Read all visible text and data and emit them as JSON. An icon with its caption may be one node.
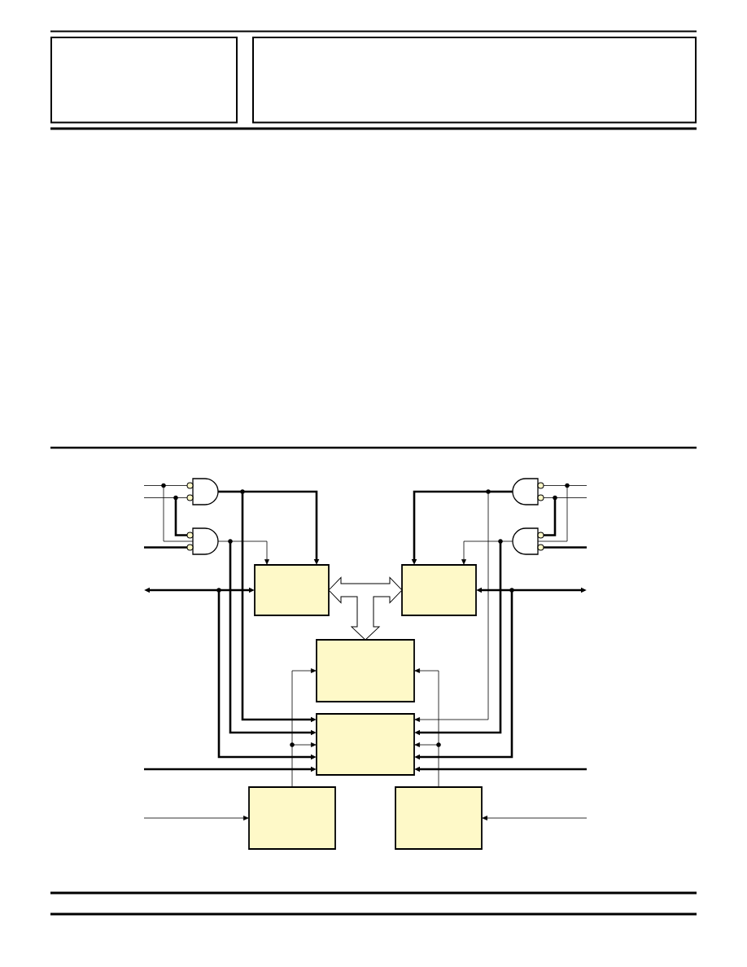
{
  "diagram": {
    "nodes": [
      {
        "text": [],
        "shape": "gate"
      },
      {
        "text": [],
        "shape": "gate"
      },
      {
        "text": [],
        "shape": "gate"
      },
      {
        "text": [],
        "shape": "gate"
      },
      {
        "text": [],
        "shape": "box"
      },
      {
        "text": [],
        "shape": "box"
      },
      {
        "text": [],
        "shape": "box"
      },
      {
        "text": [],
        "shape": "box"
      },
      {
        "text": [],
        "shape": "box"
      },
      {
        "text": [],
        "shape": "box"
      }
    ],
    "edges": [
      {
        "from": null,
        "to": 0,
        "arrow": "none"
      },
      {
        "from": null,
        "to": 2,
        "arrow": "none"
      },
      {
        "from": null,
        "to": 0,
        "arrow": "none"
      },
      {
        "from": null,
        "to": 2,
        "arrow": "none",
        "style": "thick"
      },
      {
        "from": null,
        "to": 2,
        "arrow": "none",
        "style": "thick"
      },
      {
        "from": 0,
        "to": 4,
        "arrow": "to",
        "style": "thick"
      },
      {
        "from": 0,
        "to": 7,
        "arrow": "to",
        "style": "thick"
      },
      {
        "from": 2,
        "to": 4,
        "arrow": "to"
      },
      {
        "from": 2,
        "to": 7,
        "arrow": "to",
        "style": "thick"
      },
      {
        "from": null,
        "to": 4,
        "arrow": "both",
        "style": "thick"
      },
      {
        "from": null,
        "to": 7,
        "arrow": "both",
        "style": "thick"
      },
      {
        "from": null,
        "to": 1,
        "arrow": "none"
      },
      {
        "from": null,
        "to": 3,
        "arrow": "none"
      },
      {
        "from": null,
        "to": 1,
        "arrow": "none"
      },
      {
        "from": null,
        "to": 3,
        "arrow": "none",
        "style": "thick"
      },
      {
        "from": null,
        "to": 3,
        "arrow": "none",
        "style": "thick"
      },
      {
        "from": 1,
        "to": 5,
        "arrow": "to",
        "style": "thick"
      },
      {
        "from": 1,
        "to": 7,
        "arrow": "to"
      },
      {
        "from": 3,
        "to": 5,
        "arrow": "to"
      },
      {
        "from": 3,
        "to": 7,
        "arrow": "to",
        "style": "thick"
      },
      {
        "from": null,
        "to": 5,
        "arrow": "both",
        "style": "thick"
      },
      {
        "from": null,
        "to": 7,
        "arrow": "both",
        "style": "thick"
      },
      {
        "from": 4,
        "to": 5,
        "arrow": "both"
      },
      {
        "from": 4,
        "to": 6,
        "arrow": "both"
      },
      {
        "from": 5,
        "to": 6,
        "arrow": "both"
      },
      {
        "from": null,
        "to": 7,
        "arrow": "to",
        "style": "thick"
      },
      {
        "from": null,
        "to": 7,
        "arrow": "to",
        "style": "thick"
      },
      {
        "from": null,
        "to": 8,
        "arrow": "to"
      },
      {
        "from": 8,
        "to": 6,
        "arrow": "to"
      },
      {
        "from": 8,
        "to": 7,
        "arrow": "to"
      },
      {
        "from": null,
        "to": 9,
        "arrow": "to"
      },
      {
        "from": 9,
        "to": 6,
        "arrow": "to"
      },
      {
        "from": 9,
        "to": 7,
        "arrow": "to"
      }
    ]
  }
}
